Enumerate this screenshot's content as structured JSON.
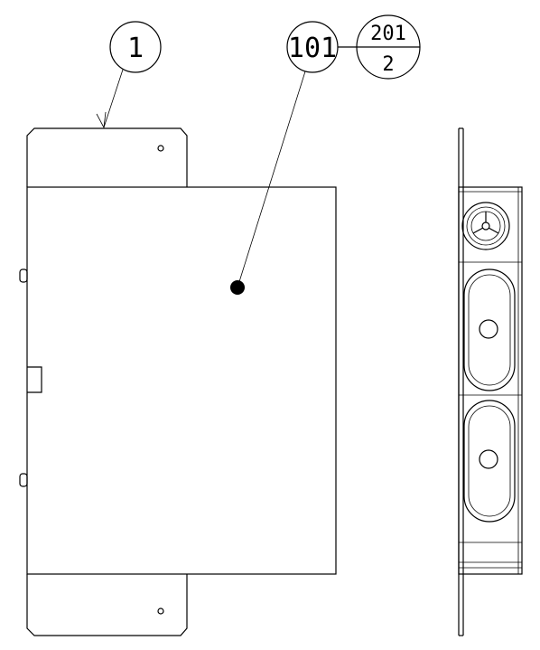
{
  "balloons": {
    "part_1": "1",
    "part_101": "101",
    "fraction_numerator": "201",
    "fraction_denominator": "2"
  }
}
